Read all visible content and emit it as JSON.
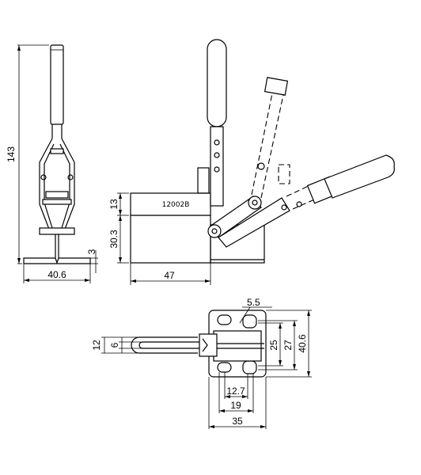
{
  "model_number": "12002B",
  "dimensions": {
    "overall_height": "143",
    "base_thickness": "3",
    "side_base_width": "40.6",
    "bar_height": "13",
    "body_height": "30.3",
    "body_length": "47",
    "slot_width": "5.5",
    "width_12": "12",
    "width_6": "6",
    "hole_spacing_25": "25",
    "hole_spacing_27": "27",
    "plate_height": "40.6",
    "hole_spacing_12_7": "12.7",
    "hole_spacing_19": "19",
    "plate_width": "35"
  }
}
